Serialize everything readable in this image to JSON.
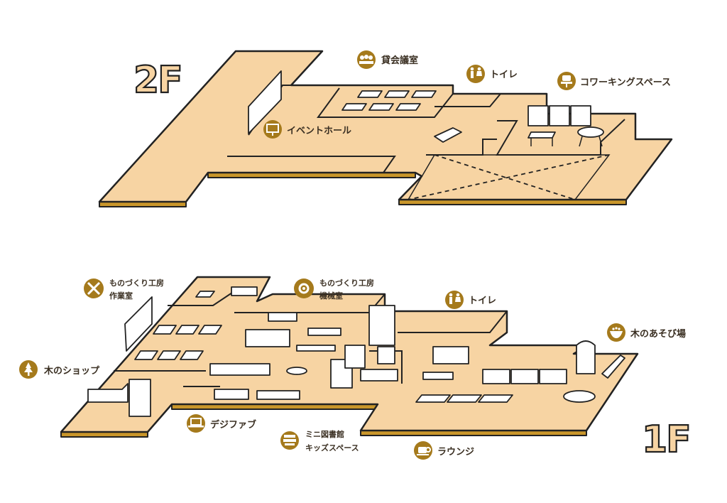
{
  "floors": {
    "upper": {
      "label": "2F"
    },
    "lower": {
      "label": "1F"
    }
  },
  "labels_2f": {
    "meeting_room": "貸会議室",
    "toilet": "トイレ",
    "coworking": "コワーキングスペース",
    "event_hall": "イベントホール"
  },
  "labels_1f": {
    "workshop_work_line1": "ものづくり工房",
    "workshop_work_line2": "作業室",
    "workshop_machine_line1": "ものづくり工房",
    "workshop_machine_line2": "機械室",
    "toilet": "トイレ",
    "wood_play": "木のあそび場",
    "wood_shop": "木のショップ",
    "digifab": "デジファブ",
    "library_line1": "ミニ図書館",
    "library_line2": "キッズスペース",
    "lounge": "ラウンジ"
  },
  "icons": [
    "meeting-icon",
    "toilet-icon",
    "chair-icon",
    "presentation-icon",
    "tools-icon",
    "gear-icon",
    "tree-icon",
    "laptop-icon",
    "books-icon",
    "cup-icon",
    "bowl-icon"
  ],
  "colors": {
    "floor_fill": "#f7d4a3",
    "floor_edge": "#c9962a",
    "pin": "#a57a1c",
    "outline": "#222222"
  }
}
